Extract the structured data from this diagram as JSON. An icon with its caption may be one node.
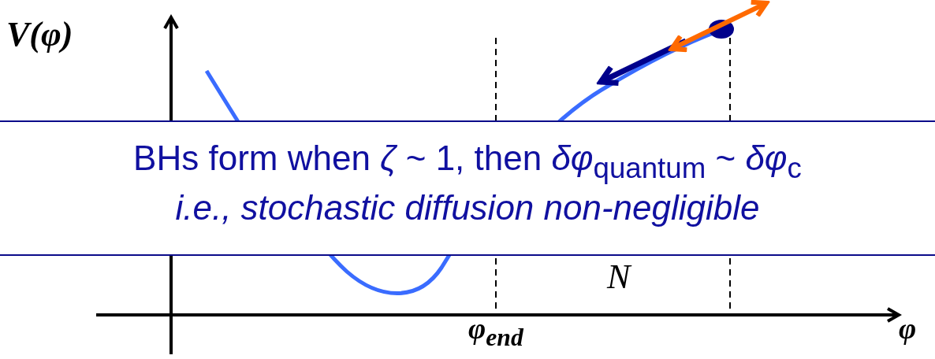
{
  "diagram": {
    "nodes": [
      {
        "text": [
          "BHs form when *ζ* ~ 1, then *δφ*$_{quantum}$ ~ *δφ*$_{c}$",
          "i.e., stochastic diffusion non-negligible"
        ]
      }
    ],
    "edges": [],
    "labels": [
      "V(φ)",
      "N",
      "φ$_{end}$",
      "φ"
    ]
  }
}
